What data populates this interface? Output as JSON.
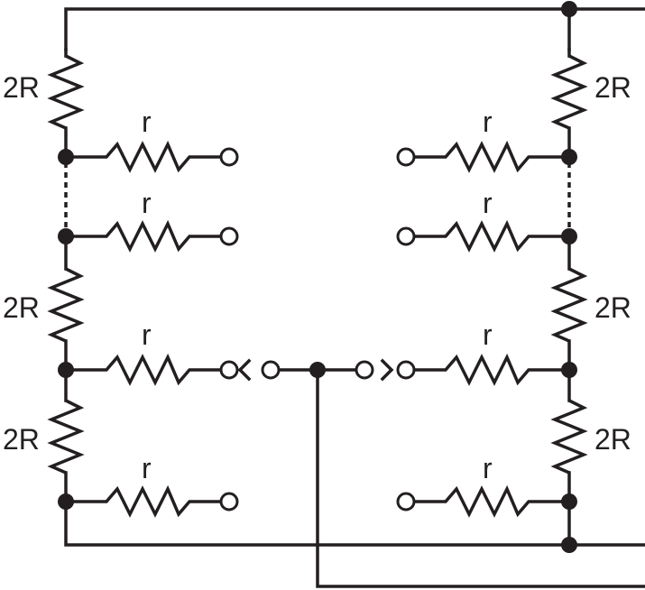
{
  "labels": {
    "left_2r_top": "2R",
    "left_2r_mid": "2R",
    "left_2r_bot": "2R",
    "right_2r_top": "2R",
    "right_2r_mid": "2R",
    "right_2r_bot": "2R",
    "left_r_1": "r",
    "left_r_2": "r",
    "left_r_3": "r",
    "left_r_4": "r",
    "right_r_1": "r",
    "right_r_2": "r",
    "right_r_3": "r",
    "right_r_4": "r"
  },
  "colors": {
    "ink": "#231f20",
    "background": "#ffffff"
  }
}
